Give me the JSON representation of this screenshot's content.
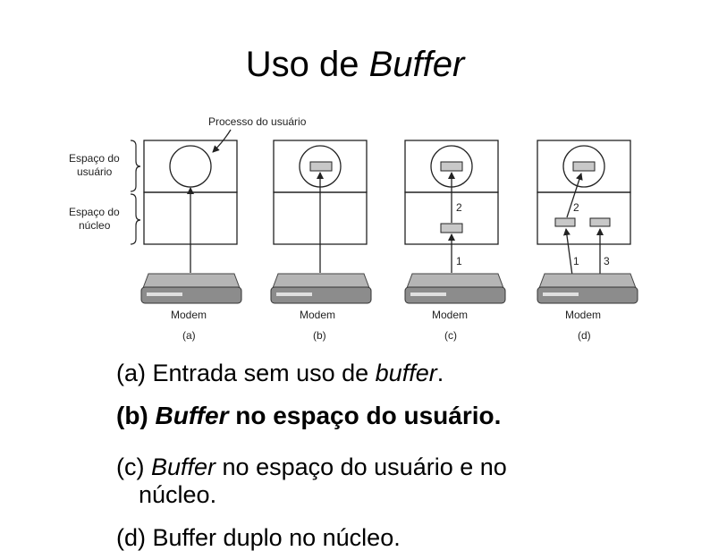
{
  "slide": {
    "title_plain": "Uso de ",
    "title_italic": "Buffer"
  },
  "diagram": {
    "process_label": "Processo do usuário",
    "user_space_label_1": "Espaço do",
    "user_space_label_2": "usuário",
    "kernel_space_label_1": "Espaço do",
    "kernel_space_label_2": "núcleo",
    "panels": [
      {
        "device_label": "Modem",
        "panel_label": "(a)"
      },
      {
        "device_label": "Modem",
        "panel_label": "(b)"
      },
      {
        "device_label": "Modem",
        "panel_label": "(c)",
        "arrow_labels": [
          "2",
          "1"
        ]
      },
      {
        "device_label": "Modem",
        "panel_label": "(d)",
        "arrow_labels": [
          "2",
          "1",
          "3"
        ]
      }
    ]
  },
  "captions": {
    "a_plain": "(a) Entrada sem uso de ",
    "a_italic": "buffer",
    "a_end": ".",
    "b_prefix": "(b) ",
    "b_italic": "Buffer",
    "b_rest": " no espaço do usuário.",
    "c_prefix": "(c) ",
    "c_italic": "Buffer",
    "c_rest": " no espaço do usuário e no",
    "c_line2": "núcleo.",
    "d_partial": "(d) Buffer duplo no núcleo."
  },
  "colors": {
    "buffer_fill": "#c8c8c8",
    "modem_body": "#8c8c8c"
  }
}
